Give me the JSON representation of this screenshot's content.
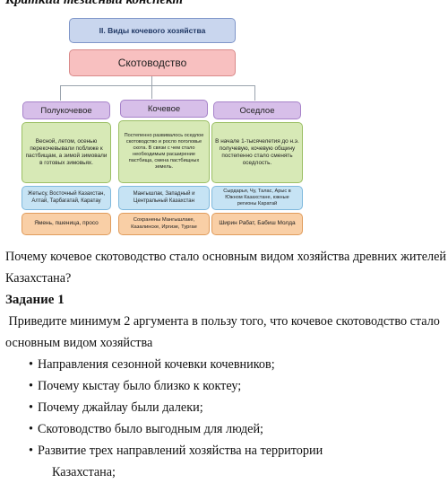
{
  "heading": "Краткий тезисный конспект",
  "diagram": {
    "title": "II. Виды кочевого хозяйства",
    "main": "Скотоводство",
    "columns": [
      {
        "name": "Полукочевое",
        "description": "Весной, летом, осенью перекочевывали поближе к пастбищам, а зимой зимовали в готовых зимовьях.",
        "regions": "Жетысу, Восточный Казахстан, Алтай, Тарбагатай, Каратау",
        "cities": "Ямень, пшеница, просо"
      },
      {
        "name": "Кочевое",
        "description": "Постепенно развивалось оседлое скотоводство и росло поголовье скота. В связи с чем стало необходимым расширение пастбища, смена пастбищных земель.",
        "regions": "Мангышлак, Западный и Центральный Казахстан",
        "cities": "Сохранены Мангышлаке, Казалинске, Иргизе, Тургае"
      },
      {
        "name": "Оседлое",
        "description": "В начале 1-тысячелетия до н.э. получевую, кочевую общину постепенно стало сменять оседлость.",
        "regions": "Сырдарья, Чу, Талас, Арыс в Южном Казахстане, южные регионы Каратай",
        "cities": "Ширин Рабат, Бабиш Молда"
      }
    ]
  },
  "question": "Почему кочевое скотоводство стало основным видом хозяйства древних жителей Казахстана?",
  "task": {
    "title": "Задание 1",
    "text": " Приведите минимум 2 аргумента в пользу того, что кочевое скотоводство стало основным видом хозяйства",
    "bullet_marker": "•",
    "bullets": [
      "Направления сезонной кочевки кочевников;",
      "Почему кыстау было близко к коктеу;",
      "Почему джайлау были далеки;",
      "Скотоводство было выгодным для людей;"
    ],
    "last_bullet_line1": "Развитие трех направлений хозяйства на территории",
    "last_bullet_line2": "Казахстана;"
  }
}
